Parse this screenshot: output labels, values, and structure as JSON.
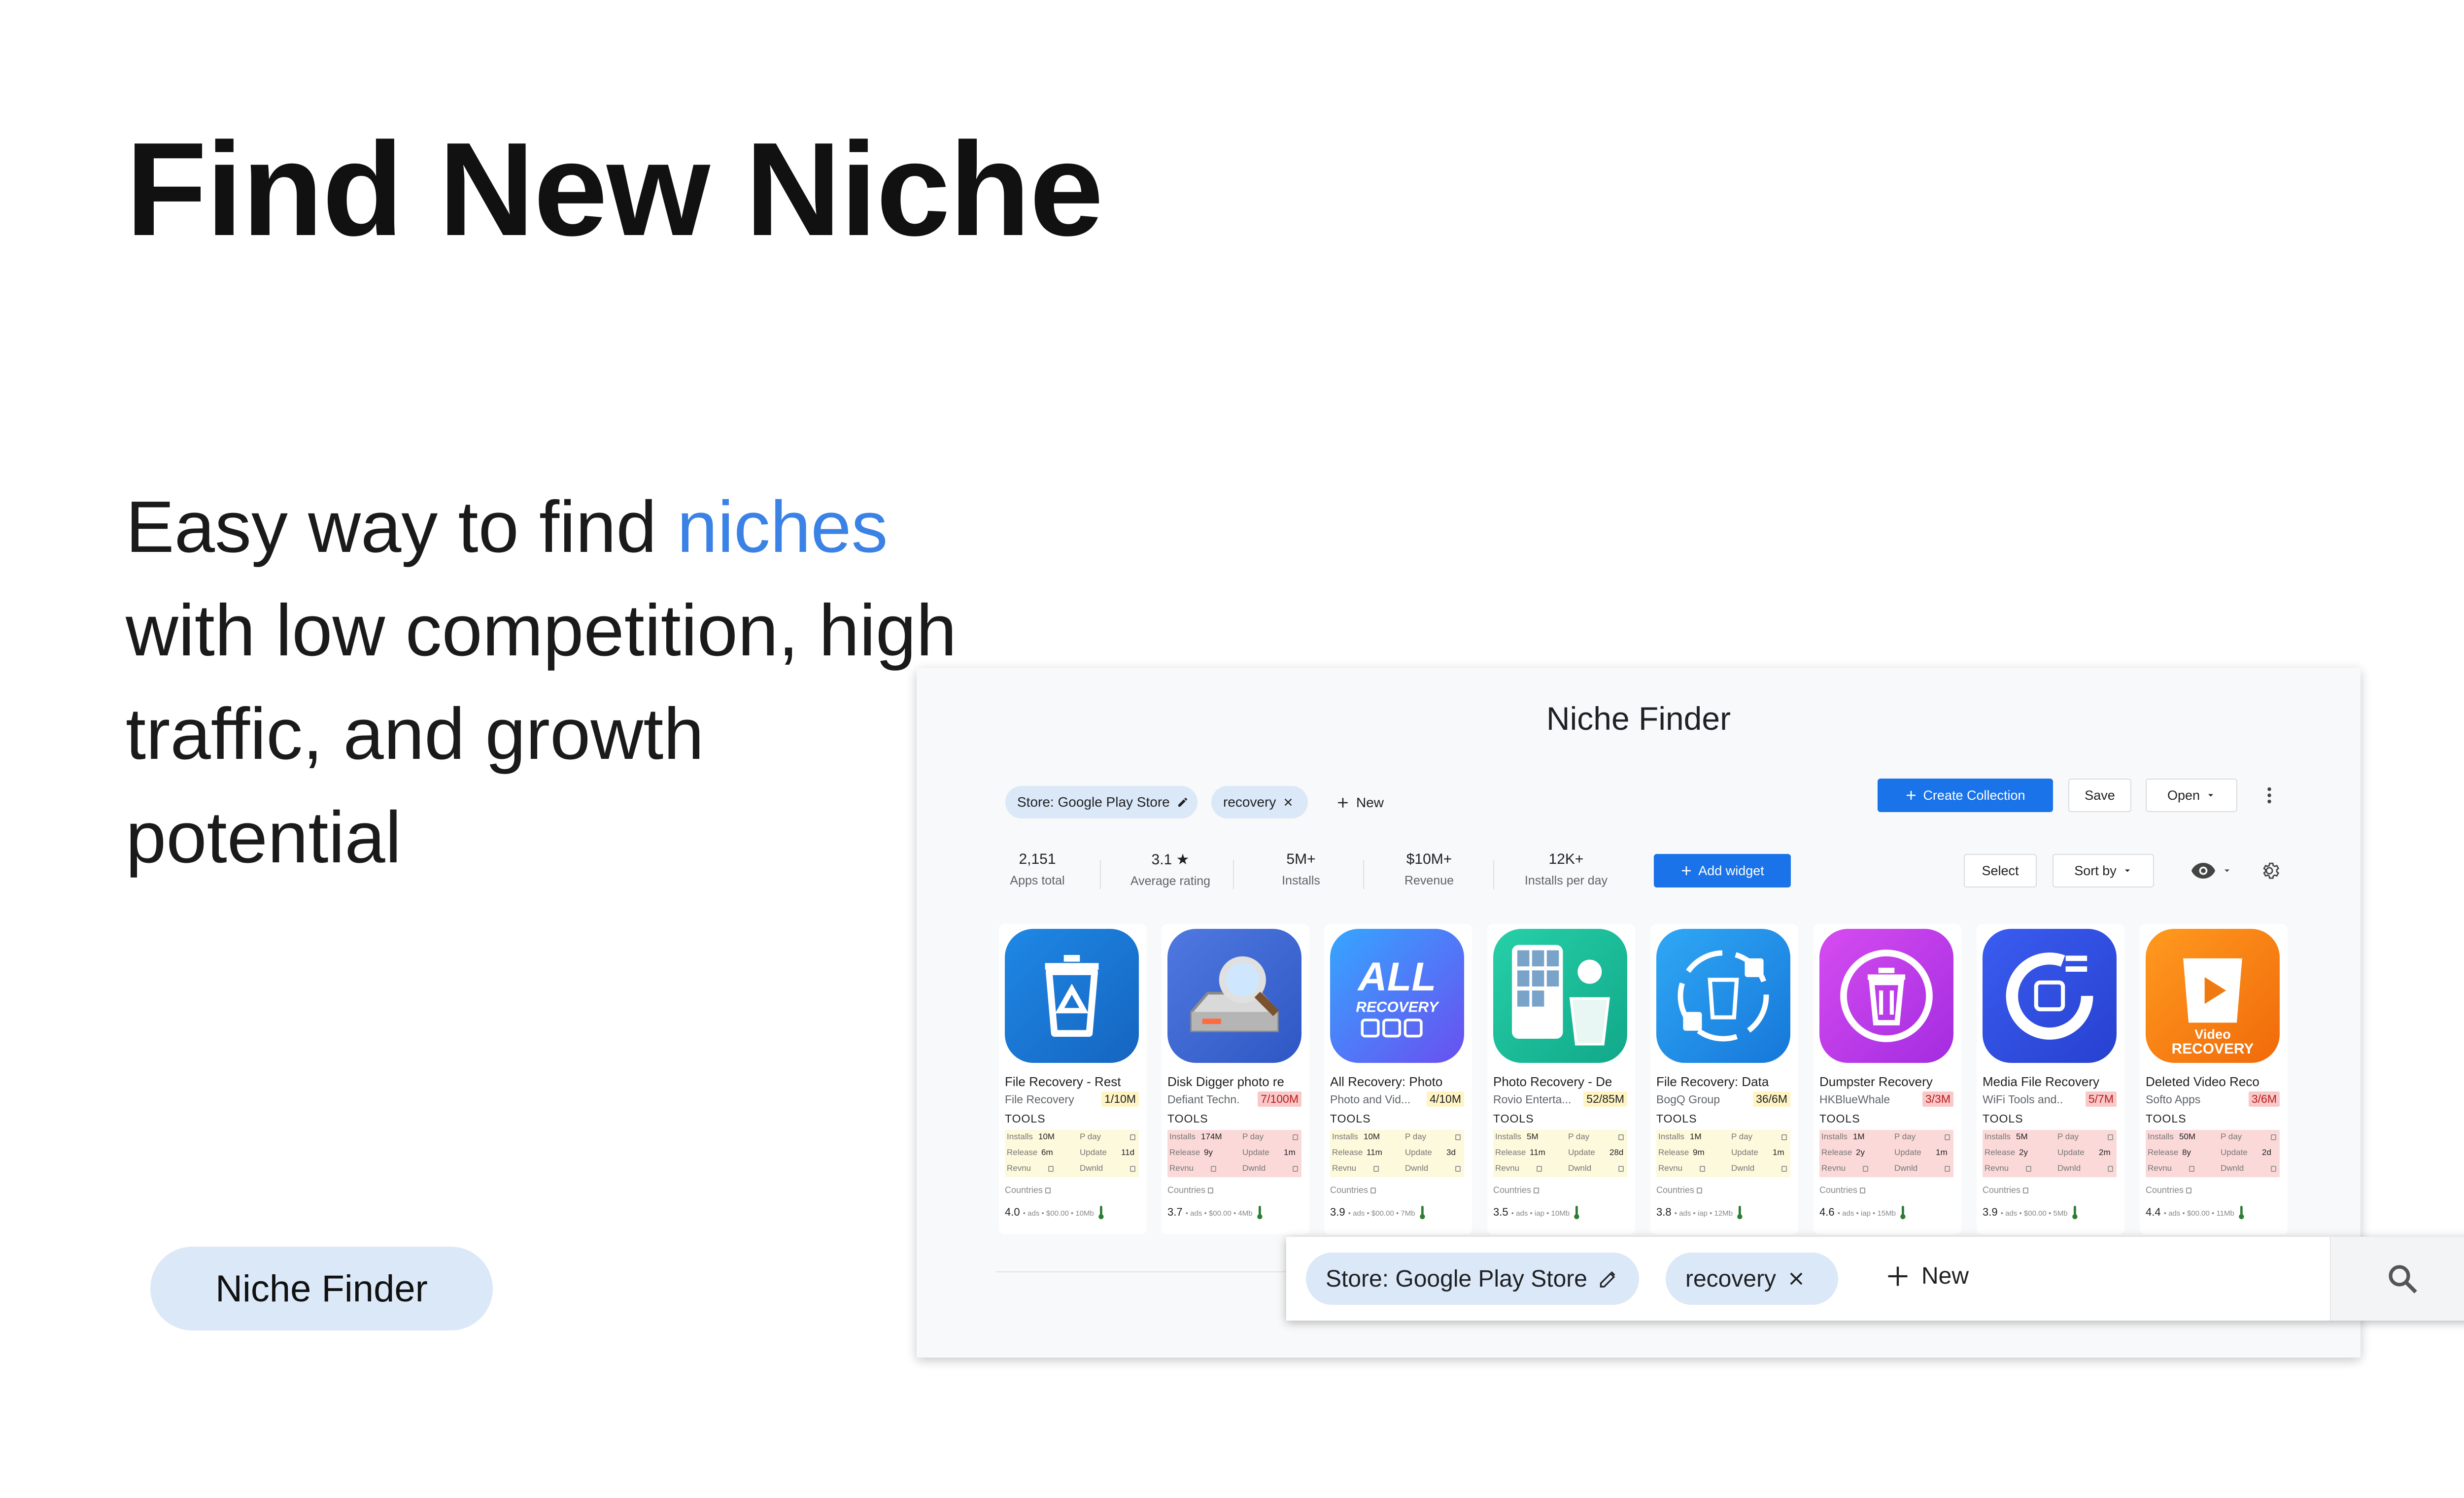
{
  "hero": {
    "title": "Find New Niche",
    "subtitle_pre": "Easy way to find ",
    "subtitle_highlight": "niches",
    "subtitle_post": " with low competition, high traffic, and growth potential",
    "highlight_color": "#3b82e6",
    "chip_label": "Niche Finder"
  },
  "app": {
    "title": "Niche Finder",
    "filters": {
      "store_chip": "Store: Google Play Store",
      "query_chip": "recovery",
      "new_label": "New"
    },
    "toolbar": {
      "create_collection": "Create Collection",
      "save": "Save",
      "open": "Open",
      "select": "Select",
      "sort_by": "Sort by",
      "add_widget": "Add widget"
    },
    "stats": [
      {
        "value": "2,151",
        "label": "Apps total"
      },
      {
        "value": "3.1 ★",
        "label": "Average rating"
      },
      {
        "value": "5M+",
        "label": "Installs"
      },
      {
        "value": "$10M+",
        "label": "Revenue"
      },
      {
        "value": "12K+",
        "label": "Installs per day"
      }
    ],
    "field_labels": {
      "installs": "Installs",
      "p_day": "P day",
      "release": "Release",
      "update": "Update",
      "revnu": "Revnu",
      "dwnld": "Dwnld",
      "countries": "Countries"
    },
    "apps": [
      {
        "name": "File Recovery - Rest",
        "developer": "File Recovery",
        "ratio": "1/10M",
        "ratio_tone": "yellow",
        "category": "TOOLS",
        "installs": "10M",
        "release": "6m",
        "update": "11d",
        "rating": "4.0",
        "meta": "• ads • $00.00 • 10Mb",
        "icon": "trash-icon",
        "icon_colors": [
          "#1e88e5",
          "#1565c0"
        ]
      },
      {
        "name": "Disk Digger photo re",
        "developer": "Defiant Techn.",
        "ratio": "7/100M",
        "ratio_tone": "red",
        "category": "TOOLS",
        "installs": "174M",
        "release": "9y",
        "update": "1m",
        "rating": "3.7",
        "meta": "• ads • $00.00 • 4Mb",
        "icon": "magnifier-drive-icon",
        "icon_colors": [
          "#4f79e0",
          "#2f57c4"
        ]
      },
      {
        "name": "All Recovery: Photo",
        "developer": "Photo and Vid...",
        "ratio": "4/10M",
        "ratio_tone": "yellow",
        "category": "TOOLS",
        "installs": "10M",
        "release": "11m",
        "update": "3d",
        "rating": "3.9",
        "meta": "• ads • $00.00 • 7Mb",
        "icon": "all-recovery-icon",
        "icon_colors": [
          "#35a6ff",
          "#6a4ff0"
        ]
      },
      {
        "name": "Photo Recovery - De",
        "developer": "Rovio Enterta...",
        "ratio": "52/85M",
        "ratio_tone": "yellow",
        "category": "TOOLS",
        "installs": "5M",
        "release": "11m",
        "update": "28d",
        "rating": "3.5",
        "meta": "• ads • iap • 10Mb",
        "icon": "photo-bin-icon",
        "icon_colors": [
          "#26d0a8",
          "#11a889"
        ]
      },
      {
        "name": "File Recovery: Data",
        "developer": "BogQ Group",
        "ratio": "36/6M",
        "ratio_tone": "yellow",
        "category": "TOOLS",
        "installs": "1M",
        "release": "9m",
        "update": "1m",
        "rating": "3.8",
        "meta": "• ads • iap • 12Mb",
        "icon": "recycle-bin-icon",
        "icon_colors": [
          "#2fa8f5",
          "#1677d9"
        ]
      },
      {
        "name": "Dumpster Recovery",
        "developer": "HKBlueWhale",
        "ratio": "3/3M",
        "ratio_tone": "red",
        "category": "TOOLS",
        "installs": "1M",
        "release": "2y",
        "update": "1m",
        "rating": "4.6",
        "meta": "• ads • iap • 15Mb",
        "icon": "dumpster-icon",
        "icon_colors": [
          "#d64cf0",
          "#a32ce0"
        ]
      },
      {
        "name": "Media File Recovery",
        "developer": "WiFi Tools and..",
        "ratio": "5/7M",
        "ratio_tone": "red",
        "category": "TOOLS",
        "installs": "5M",
        "release": "2y",
        "update": "2m",
        "rating": "3.9",
        "meta": "• ads • $00.00 • 5Mb",
        "icon": "media-recovery-icon",
        "icon_colors": [
          "#3a5cf0",
          "#2741d0"
        ]
      },
      {
        "name": "Deleted Video Reco",
        "developer": "Softo Apps",
        "ratio": "3/6M",
        "ratio_tone": "red",
        "category": "TOOLS",
        "installs": "50M",
        "release": "8y",
        "update": "2d",
        "rating": "4.4",
        "meta": "• ads • $00.00 • 11Mb",
        "icon": "video-recovery-icon",
        "icon_colors": [
          "#ff9a1f",
          "#f06a0a"
        ]
      }
    ],
    "icon_text": {
      "all": "ALL",
      "recovery": "RECOVERY",
      "video": "Video",
      "video_recovery": "RECOVERY"
    }
  },
  "search_bar": {
    "store_chip": "Store: Google Play Store",
    "query_chip": "recovery",
    "new_label": "New"
  }
}
